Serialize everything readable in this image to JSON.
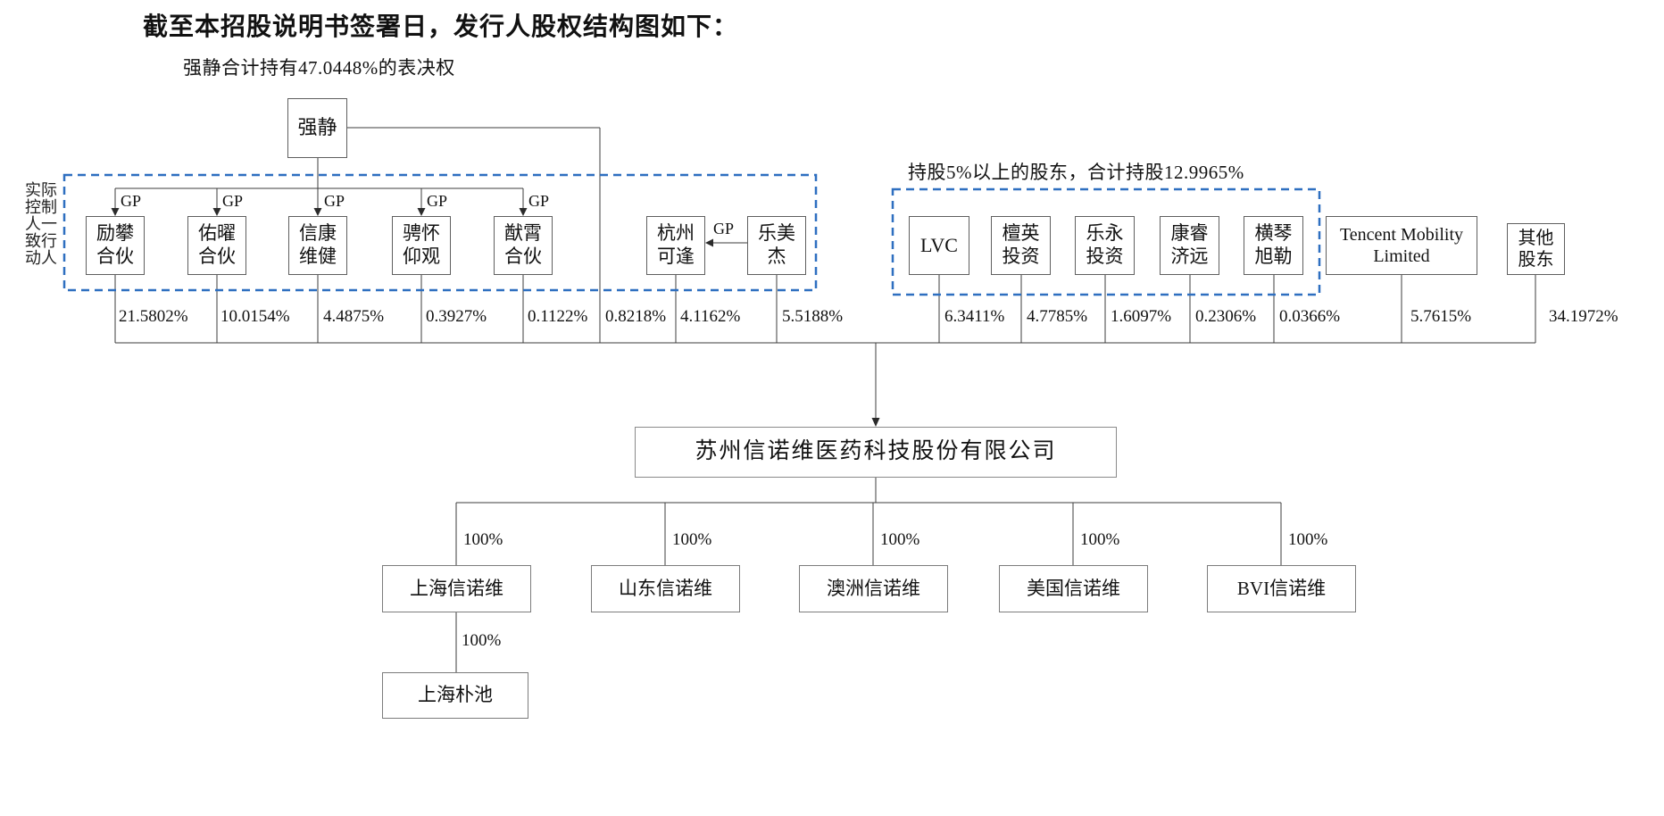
{
  "page": {
    "title": "截至本招股说明书签署日，发行人股权结构图如下："
  },
  "annotations": {
    "qiangjing_voting": "强静合计持有47.0448%的表决权",
    "major_holders": "持股5%以上的股东，合计持股12.9965%",
    "controller_group": "实际控制人一致行动人",
    "gp": "GP"
  },
  "top_shareholder": {
    "name": "强静",
    "direct_percent": "0.8218%"
  },
  "shareholders": {
    "gp_platforms": [
      {
        "name": "励攀合伙",
        "percent": "21.5802%"
      },
      {
        "name": "佑曜合伙",
        "percent": "10.0154%"
      },
      {
        "name": "信康维健",
        "percent": "4.4875%"
      },
      {
        "name": "骋怀仰观",
        "percent": "0.3927%"
      },
      {
        "name": "猷霄合伙",
        "percent": "0.1122%"
      }
    ],
    "hangzhou_kefeng": {
      "name": "杭州可逢",
      "percent": "4.1162%"
    },
    "le_meijie": {
      "name": "乐美杰",
      "percent": "5.5188%"
    },
    "major": [
      {
        "name": "LVC",
        "percent": "6.3411%"
      },
      {
        "name": "檀英投资",
        "percent": "4.7785%"
      },
      {
        "name": "乐永投资",
        "percent": "1.6097%"
      },
      {
        "name": "康睿济远",
        "percent": "0.2306%"
      },
      {
        "name": "横琴旭勒",
        "percent": "0.0366%"
      }
    ],
    "tencent": {
      "name": "Tencent Mobility Limited",
      "percent": "5.7615%"
    },
    "others": {
      "name": "其他股东",
      "percent": "34.1972%"
    }
  },
  "issuer": {
    "name": "苏州信诺维医药科技股份有限公司"
  },
  "subsidiaries": [
    {
      "name": "上海信诺维",
      "percent": "100%"
    },
    {
      "name": "山东信诺维",
      "percent": "100%"
    },
    {
      "name": "澳洲信诺维",
      "percent": "100%"
    },
    {
      "name": "美国信诺维",
      "percent": "100%"
    },
    {
      "name": "BVI信诺维",
      "percent": "100%"
    }
  ],
  "sub_subsidiary": {
    "name": "上海朴池",
    "percent": "100%"
  }
}
